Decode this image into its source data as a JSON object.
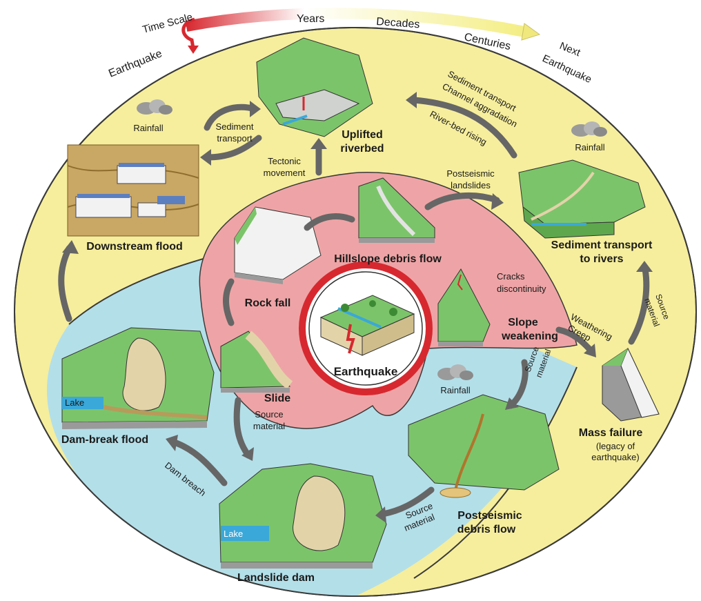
{
  "time_scale": {
    "title": "Time Scale",
    "ticks": [
      "Earthquake",
      "Years",
      "Decades",
      "Centuries",
      "Next Earthquake"
    ],
    "next_line1": "Next",
    "next_line2": "Earthquake"
  },
  "colors": {
    "outer_zone": "#f6ee9c",
    "lower_zone": "#b3dfe9",
    "inner_zone": "#eea4a6",
    "center_ring": "#d7282f",
    "arrow": "#666666",
    "land_green": "#7cc46a",
    "sediment": "#e3d3a9",
    "water": "#3aa8d8",
    "cliff": "#9a9a9a"
  },
  "labels": {
    "earthquake": "Earthquake",
    "rock_fall": "Rock fall",
    "slide": "Slide",
    "hillslope_debris_flow": "Hillslope debris flow",
    "slope_weakening_1": "Slope",
    "slope_weakening_2": "weakening",
    "cracks_1": "Cracks",
    "cracks_2": "discontinuity",
    "uplifted_1": "Uplifted",
    "uplifted_2": "riverbed",
    "downstream_flood": "Downstream flood",
    "sediment_to_rivers_1": "Sediment transport",
    "sediment_to_rivers_2": "to rivers",
    "mass_failure": "Mass failure",
    "legacy_1": "(legacy of",
    "legacy_2": "earthquake)",
    "dam_break_flood": "Dam-break flood",
    "landslide_dam": "Landslide dam",
    "postseismic_debris_1": "Postseismic",
    "postseismic_debris_2": "debris flow",
    "lake": "Lake",
    "rainfall": "Rainfall"
  },
  "arrow_labels": {
    "sediment_transport_1": "Sediment",
    "sediment_transport_2": "transport",
    "tectonic_1": "Tectonic",
    "tectonic_2": "movement",
    "sed_channel_1": "Sediment transport",
    "sed_channel_2": "Channel aggradation",
    "river_bed_rising": "River-bed rising",
    "postseismic_landslides_1": "Postseismic",
    "postseismic_landslides_2": "landslides",
    "source_material_1": "Source",
    "source_material_2": "material",
    "weathering": "Weathering",
    "creep": "Creep",
    "dam_breach": "Dam breach"
  }
}
